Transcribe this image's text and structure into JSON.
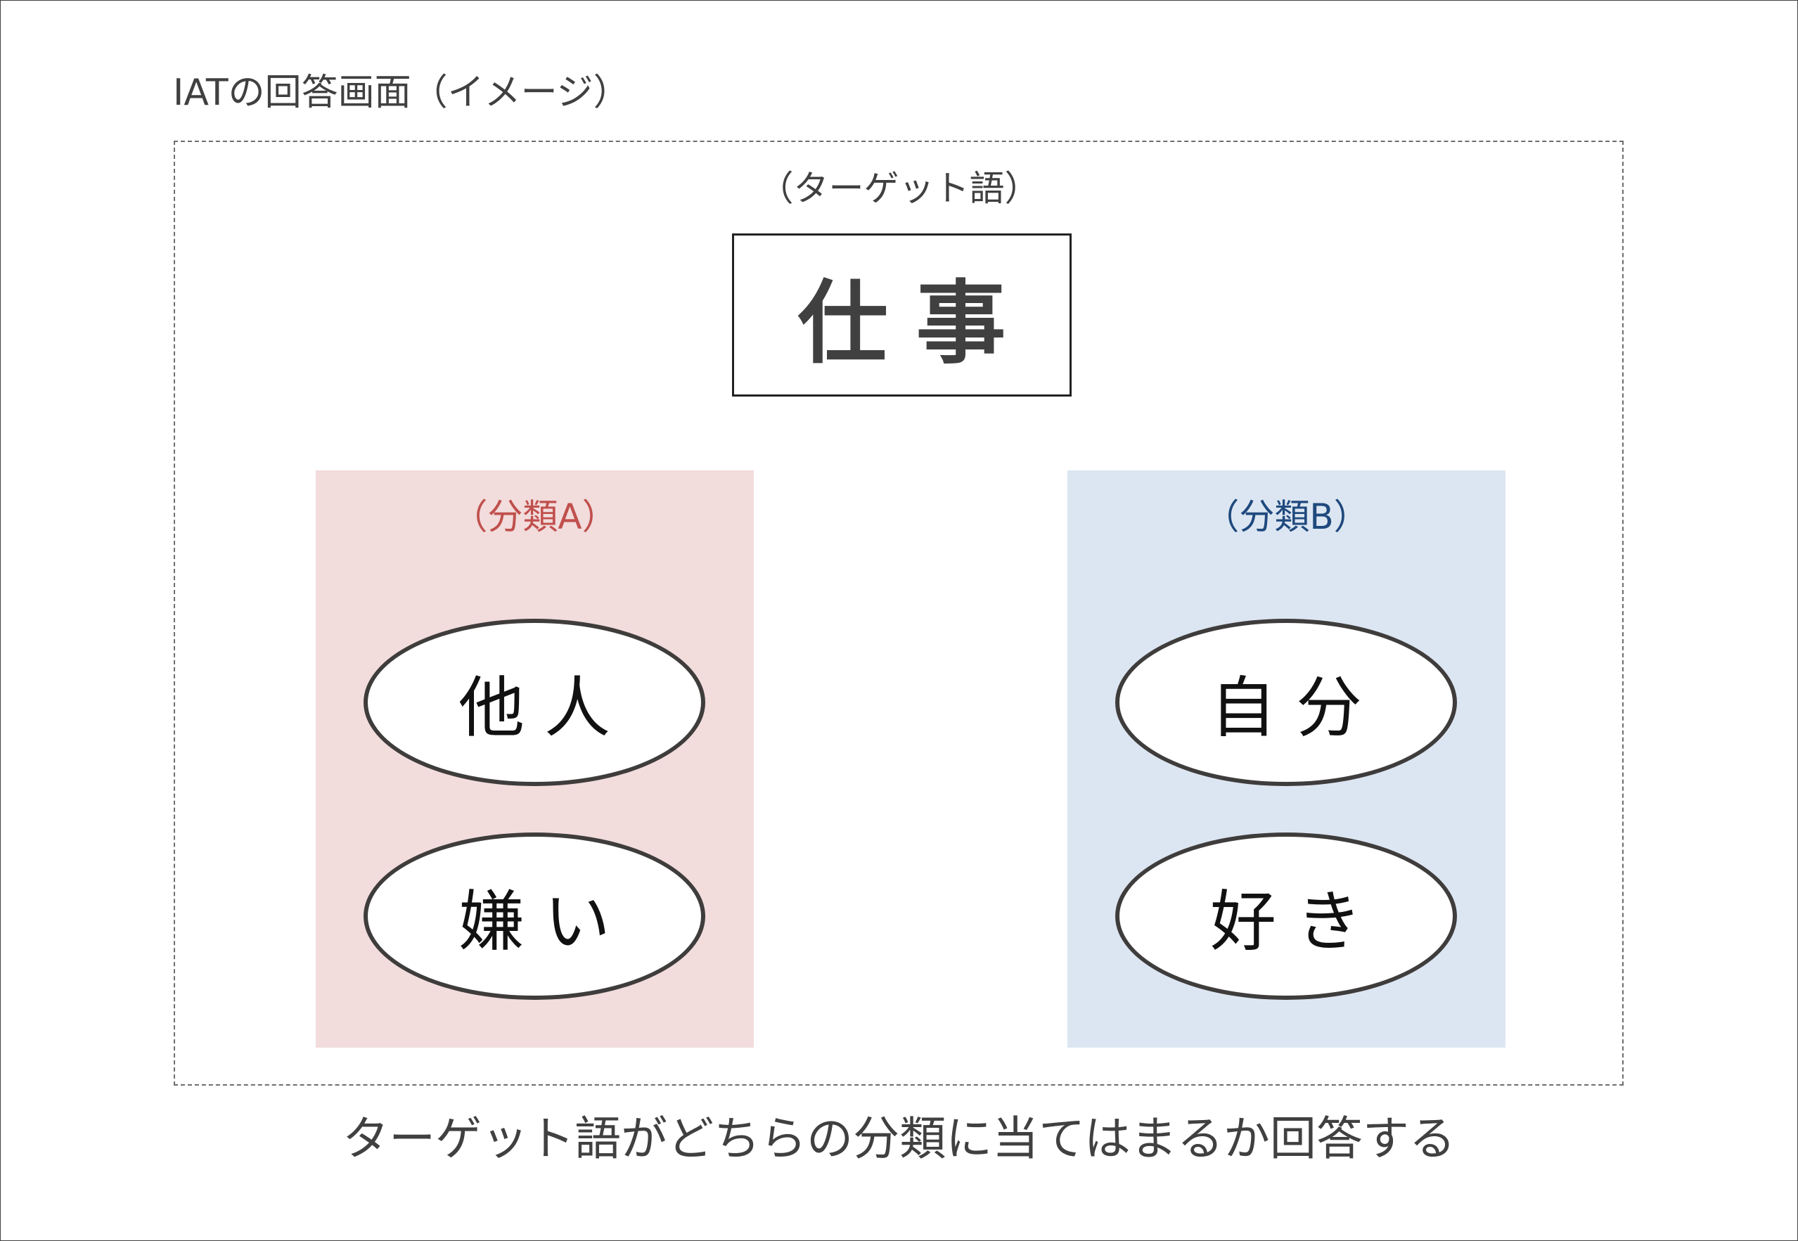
{
  "diagram": {
    "title": "IATの回答画面（イメージ）",
    "target_label": "（ターゲット語）",
    "target_word": "仕事",
    "categories": [
      {
        "label": "（分類A）",
        "color": "#c0504d",
        "background": "#f2dcdc",
        "items": [
          "他人",
          "嫌い"
        ]
      },
      {
        "label": "（分類B）",
        "color": "#1f497d",
        "background": "#dce6f2",
        "items": [
          "自分",
          "好き"
        ]
      }
    ],
    "caption": "ターゲット語がどちらの分類に当てはまるか回答する"
  }
}
